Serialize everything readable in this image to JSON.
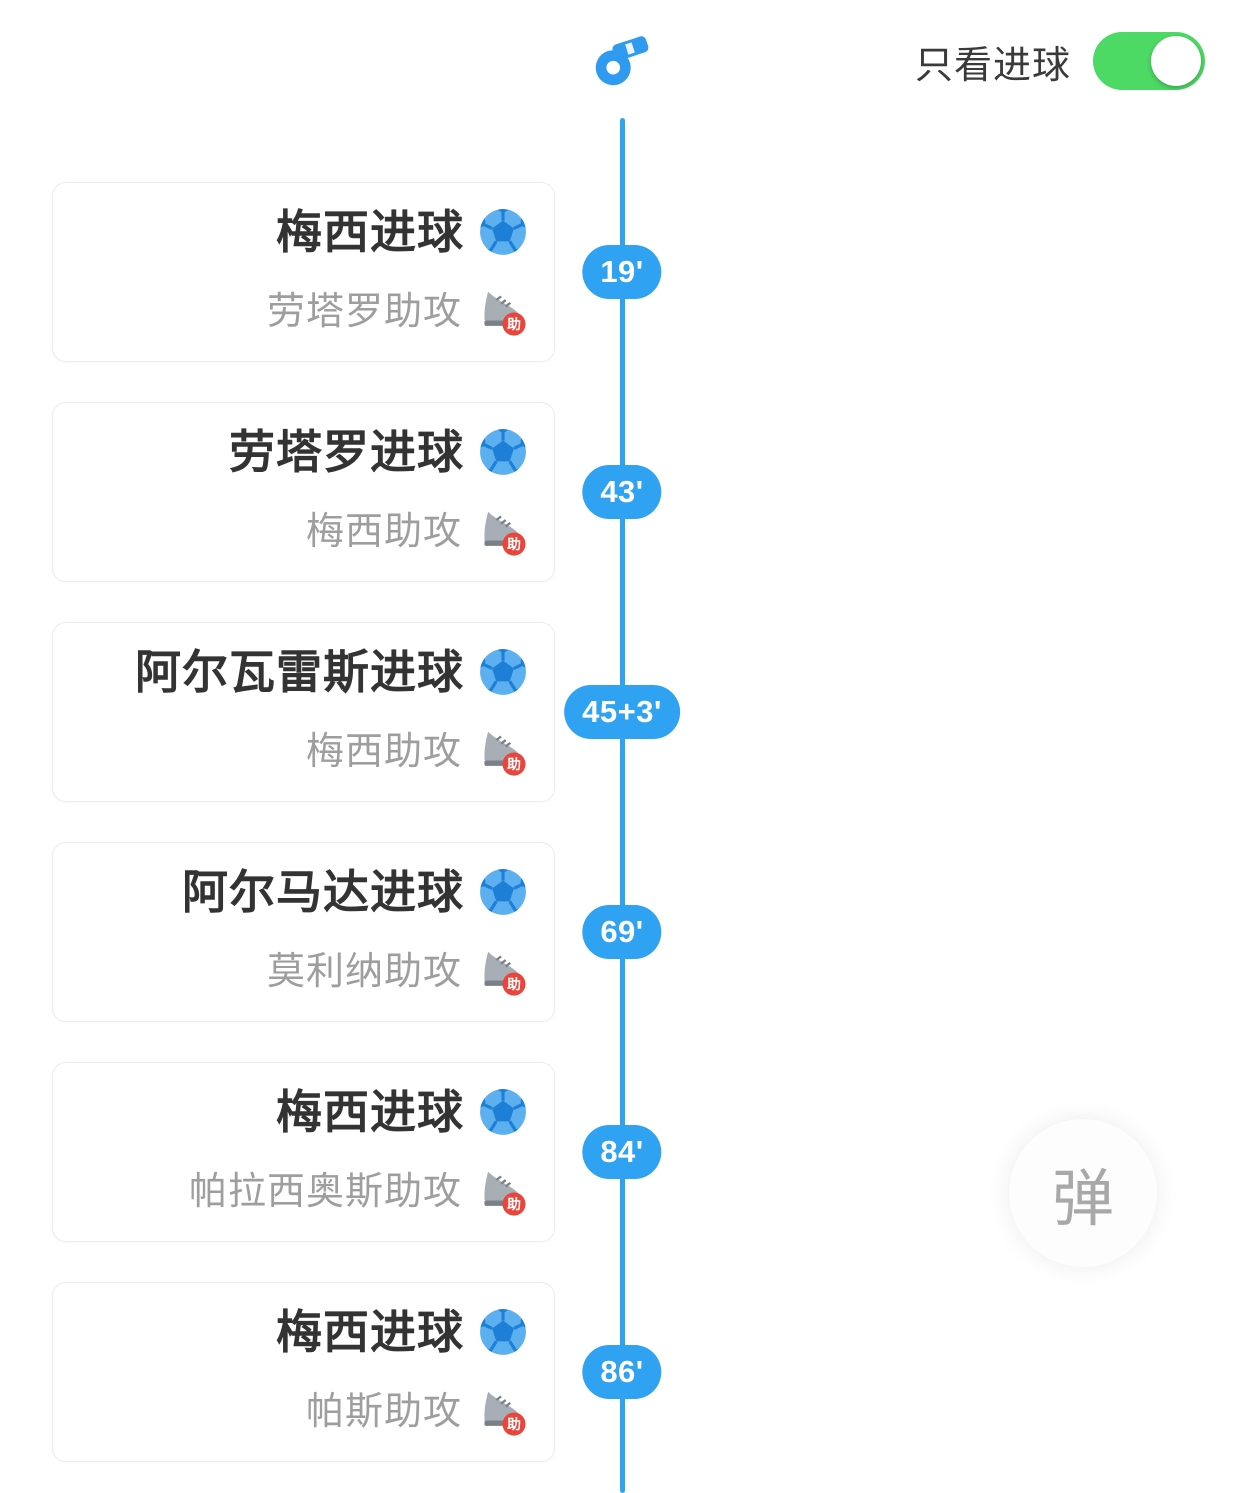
{
  "colors": {
    "accent_blue": "#2FA2F2",
    "ball_blue": "#5CB0EF",
    "ball_patch_blue": "#1E7FD6",
    "toggle_green": "#4CD964",
    "assist_badge_red": "#E8463C",
    "title_text": "#333333",
    "subtitle_text": "#9E9E9E"
  },
  "header": {
    "filter_label": "只看进球",
    "toggle_state": "on"
  },
  "icons": {
    "whistle": "whistle-icon",
    "goal_ball": "soccer-ball-icon",
    "assist_boot": "assist-boot-icon",
    "assist_badge_label": "助"
  },
  "timeline": {
    "events": [
      {
        "time": "19'",
        "title": "梅西进球",
        "assist": "劳塔罗助攻"
      },
      {
        "time": "43'",
        "title": "劳塔罗进球",
        "assist": "梅西助攻"
      },
      {
        "time": "45+3'",
        "title": "阿尔瓦雷斯进球",
        "assist": "梅西助攻"
      },
      {
        "time": "69'",
        "title": "阿尔马达进球",
        "assist": "莫利纳助攻"
      },
      {
        "time": "84'",
        "title": "梅西进球",
        "assist": "帕拉西奥斯助攻"
      },
      {
        "time": "86'",
        "title": "梅西进球",
        "assist": "帕斯助攻"
      }
    ]
  },
  "watermark": {
    "label": "弹"
  }
}
